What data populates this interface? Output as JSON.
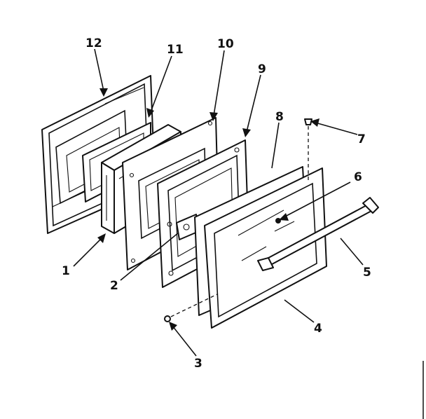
{
  "callouts": [
    {
      "id": "1",
      "text": "1"
    },
    {
      "id": "2",
      "text": "2"
    },
    {
      "id": "3",
      "text": "3"
    },
    {
      "id": "4",
      "text": "4"
    },
    {
      "id": "5",
      "text": "5"
    },
    {
      "id": "6",
      "text": "6"
    },
    {
      "id": "7",
      "text": "7"
    },
    {
      "id": "8",
      "text": "8"
    },
    {
      "id": "9",
      "text": "9"
    },
    {
      "id": "10",
      "text": "10"
    },
    {
      "id": "11",
      "text": "11"
    },
    {
      "id": "12",
      "text": "12"
    }
  ],
  "colors": {
    "ink": "#111111",
    "background": "#ffffff"
  }
}
